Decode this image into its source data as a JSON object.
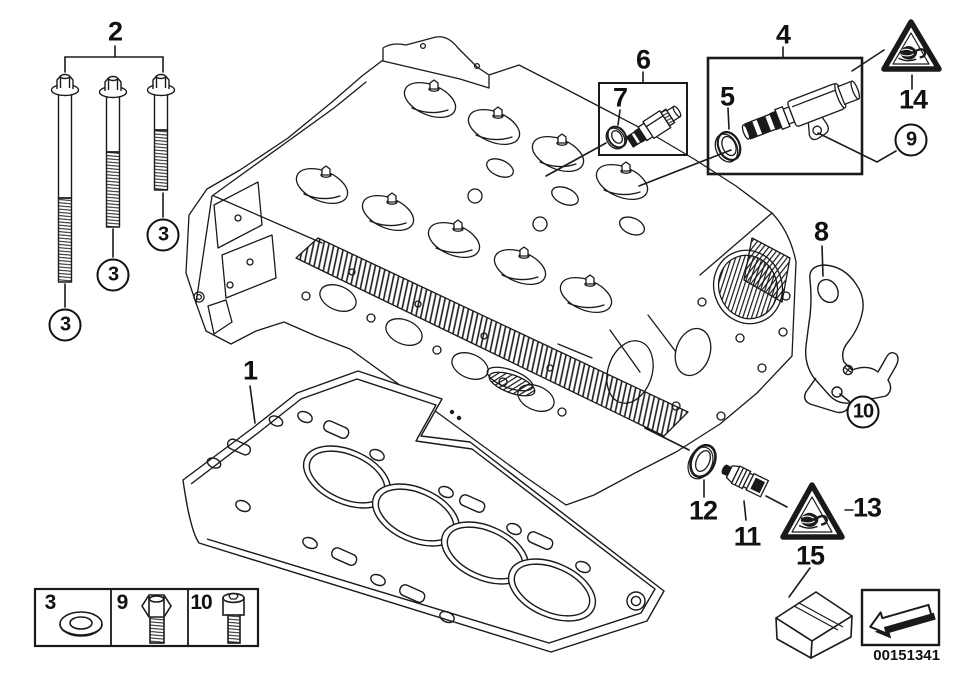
{
  "diagram": {
    "callouts": {
      "part1": "1",
      "part2": "2",
      "part3": "3",
      "part4": "4",
      "part5": "5",
      "part6": "6",
      "part7": "7",
      "part8": "8",
      "part9": "9",
      "part10": "10",
      "part11": "11",
      "part12": "12",
      "part13": "13",
      "part14": "14",
      "part15": "15"
    },
    "legend": {
      "cells": [
        {
          "label": "3",
          "icon": "washer-icon"
        },
        {
          "label": "9",
          "icon": "hex-bolt-icon"
        },
        {
          "label": "10",
          "icon": "socket-head-bolt-icon"
        }
      ]
    },
    "footer": {
      "image_number": "00151341"
    },
    "symbols": {
      "warning_triangle_top": "handle-with-care-warning",
      "warning_triangle_bottom": "handle-with-care-warning",
      "direction_arrow": "installation-direction-arrow",
      "package": "parts-kit-package"
    },
    "colors": {
      "line": "#1a1a1a",
      "background": "#ffffff"
    }
  }
}
